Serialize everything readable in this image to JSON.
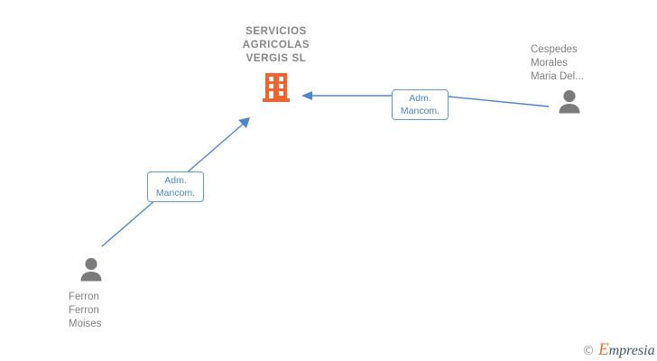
{
  "diagram": {
    "type": "corporate-relationship-graph",
    "background_color": "#ffffff",
    "accent_company_color": "#f4622e",
    "accent_person_color": "#808080",
    "accent_edge_color": "#4a86d0",
    "label_text_color": "#4a86c8",
    "company": {
      "name": "SERVICIOS\nAGRICOLAS\nVERGIS  SL",
      "icon": "building-icon"
    },
    "people": [
      {
        "name": "Cespedes\nMorales\nMaria Del...",
        "icon": "person-icon",
        "position": "right"
      },
      {
        "name": "Ferron\nFerron\nMoises",
        "icon": "person-icon",
        "position": "bottom-left"
      }
    ],
    "relations": [
      {
        "label": "Adm.\nMancom.",
        "from": "Cespedes Morales Maria Del...",
        "to": "SERVICIOS AGRICOLAS VERGIS SL"
      },
      {
        "label": "Adm.\nMancom.",
        "from": "Ferron Ferron Moises",
        "to": "SERVICIOS AGRICOLAS VERGIS SL"
      }
    ]
  },
  "watermark": {
    "copyright": "©",
    "brand_initial": "E",
    "brand_rest": "mpresia"
  }
}
